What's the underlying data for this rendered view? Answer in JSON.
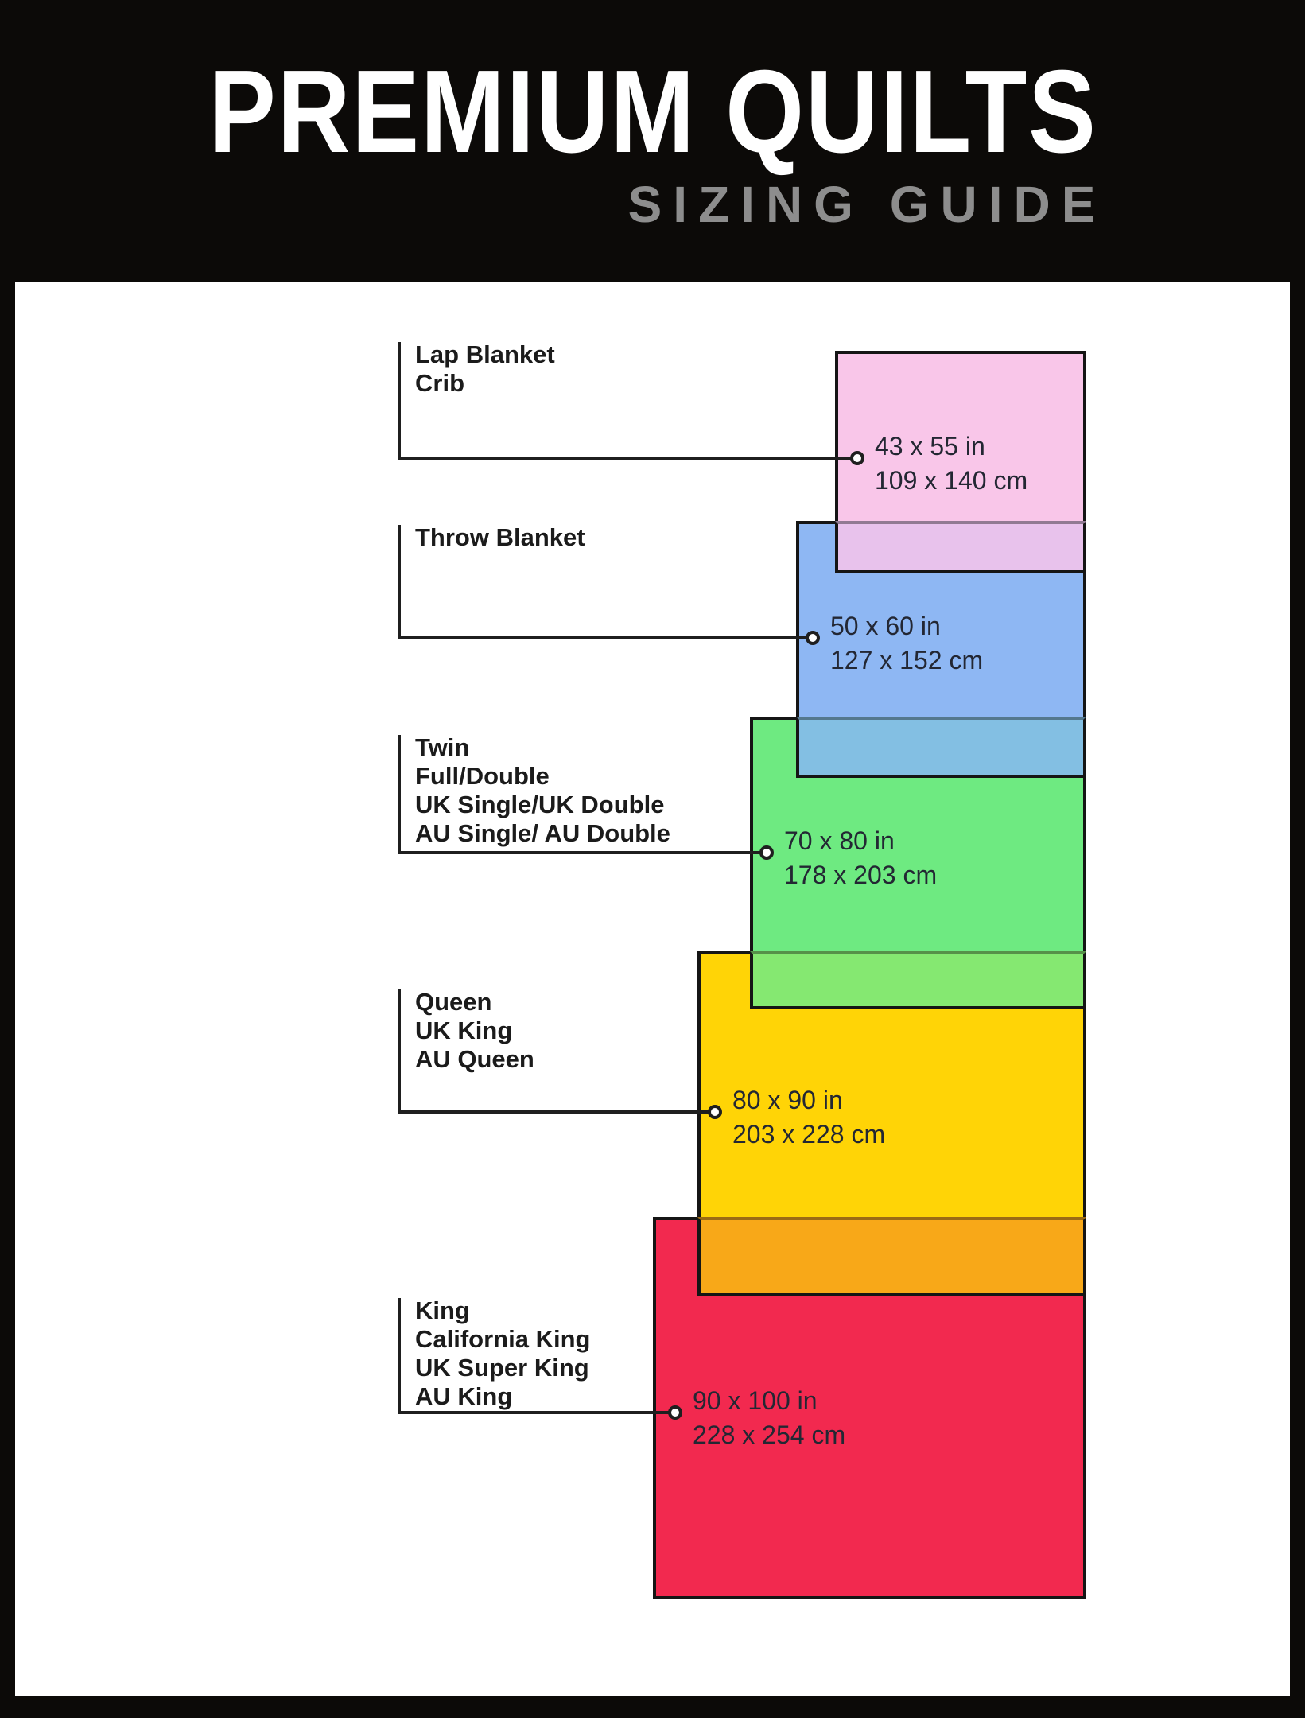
{
  "header": {
    "title": "PREMIUM QUILTS",
    "subtitle": "SIZING GUIDE"
  },
  "colors": {
    "header_bg": "#0c0a08",
    "frame": "#0c0a08",
    "canvas": "#ffffff",
    "connector_line": "#1f1f1f",
    "rect_border": "#151515",
    "label_text": "#1b1b1b",
    "size_text": "#232733",
    "title_text": "#ffffff",
    "subtitle_text": "#8d8d8d"
  },
  "sizes": [
    {
      "labels": [
        "Lap Blanket",
        "Crib"
      ],
      "inches": "43 x 55 in",
      "cm": "109 x 140 cm",
      "fill": "#f9c6e9",
      "overlap_fill": "#e8c2ec"
    },
    {
      "labels": [
        "Throw Blanket"
      ],
      "inches": "50 x 60 in",
      "cm": "127 x 152 cm",
      "fill": "#8eb7f3",
      "overlap_fill": "#83bfe3"
    },
    {
      "labels": [
        "Twin",
        "Full/Double",
        "UK Single/UK Double",
        "AU Single/ AU Double"
      ],
      "inches": "70 x 80 in",
      "cm": "178 x 203 cm",
      "fill": "#6eea81",
      "overlap_fill": "#85e871"
    },
    {
      "labels": [
        "Queen",
        "UK King",
        "AU Queen"
      ],
      "inches": "80 x 90 in",
      "cm": "203 x 228 cm",
      "fill": "#ffd406",
      "overlap_fill": "#f8a818"
    },
    {
      "labels": [
        "King",
        "California King",
        "UK Super King",
        "AU King"
      ],
      "inches": "90 x 100 in",
      "cm": "228 x 254 cm",
      "fill": "#f2294f",
      "overlap_fill": ""
    }
  ]
}
